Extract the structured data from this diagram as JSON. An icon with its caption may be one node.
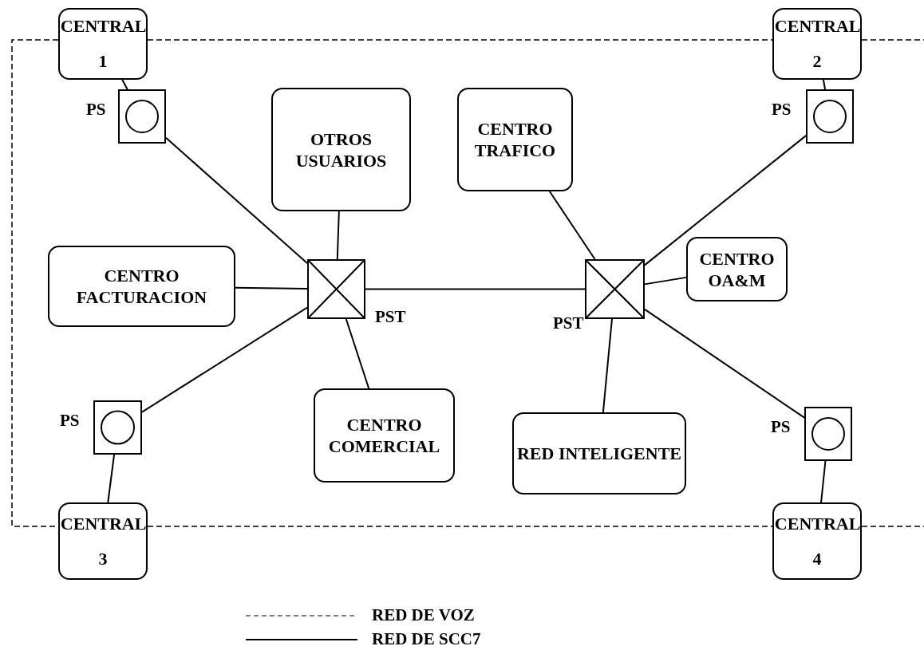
{
  "diagram": {
    "nodes": [
      {
        "text": [
          "CENTRAL 1"
        ]
      },
      {
        "text": [
          "CENTRAL 2"
        ]
      },
      {
        "text": [],
        "shape": "box",
        "beside": [
          "PS"
        ]
      },
      {
        "text": [
          "OTROS USUARIOS"
        ]
      },
      {
        "text": [
          "CENTRO TRAFICO"
        ]
      },
      {
        "text": [],
        "shape": "box",
        "beside": [
          "PS"
        ]
      },
      {
        "text": [
          "CENTRO FACTURACION"
        ]
      },
      {
        "text": [],
        "shape": "box",
        "beside": [
          "PST"
        ]
      },
      {
        "text": [],
        "shape": "box",
        "beside": [
          "PST"
        ]
      },
      {
        "text": [
          "CENTRO OA&M"
        ]
      },
      {
        "text": [],
        "shape": "box",
        "beside": [
          "PS"
        ]
      },
      {
        "text": [
          "CENTRO COMERCIAL"
        ]
      },
      {
        "text": [
          "RED INTELIGENTE"
        ]
      },
      {
        "text": [],
        "shape": "box",
        "beside": [
          "PS"
        ]
      },
      {
        "text": [
          "CENTRAL 3"
        ]
      },
      {
        "text": [
          "CENTRAL 4"
        ]
      }
    ],
    "edges": [
      {
        "from": 0,
        "to": 2,
        "arrow": "none"
      },
      {
        "from": 2,
        "to": 7,
        "arrow": "none"
      },
      {
        "from": 3,
        "to": 7,
        "arrow": "none"
      },
      {
        "from": 6,
        "to": 7,
        "arrow": "none"
      },
      {
        "from": 10,
        "to": 7,
        "arrow": "none"
      },
      {
        "from": 11,
        "to": 7,
        "arrow": "none"
      },
      {
        "from": 7,
        "to": 8,
        "arrow": "none"
      },
      {
        "from": 4,
        "to": 8,
        "arrow": "none"
      },
      {
        "from": 5,
        "to": 8,
        "arrow": "none"
      },
      {
        "from": 9,
        "to": 8,
        "arrow": "none"
      },
      {
        "from": 12,
        "to": 8,
        "arrow": "none"
      },
      {
        "from": 13,
        "to": 8,
        "arrow": "none"
      },
      {
        "from": 1,
        "to": 5,
        "arrow": "none"
      },
      {
        "from": 10,
        "to": 14,
        "arrow": "none"
      },
      {
        "from": 13,
        "to": 15,
        "arrow": "none"
      },
      {
        "from": 0,
        "to": 1,
        "arrow": "none",
        "style": "dashed"
      },
      {
        "from": 0,
        "to": 14,
        "arrow": "none",
        "style": "dashed"
      },
      {
        "from": 14,
        "to": 15,
        "arrow": "none",
        "style": "dashed"
      },
      {
        "from": 1,
        "to": null,
        "arrow": "none",
        "style": "dashed"
      },
      {
        "from": 15,
        "to": null,
        "arrow": "none",
        "style": "dashed"
      }
    ],
    "legend": [
      {
        "text": "RED DE VOZ"
      },
      {
        "text": "RED DE SCC7"
      }
    ]
  }
}
